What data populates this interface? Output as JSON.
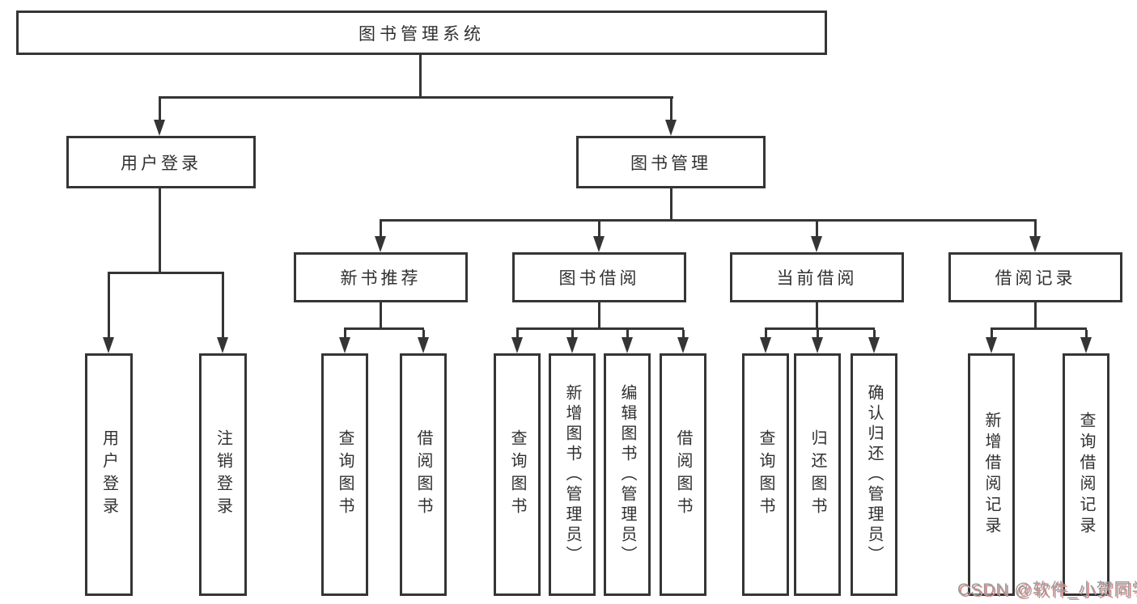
{
  "colors": {
    "line": "#353535",
    "box_border": "#353535",
    "text": "#303030",
    "watermark_gray": "#9b9b9b",
    "watermark_red_shadow": "#d98c8c",
    "background": "#ffffff"
  },
  "tree": {
    "root": {
      "label": "图书管理系统"
    },
    "branches": [
      {
        "id": "user-login",
        "label": "用户登录",
        "children": [
          {
            "label": "用户登录"
          },
          {
            "label": "注销登录"
          }
        ]
      },
      {
        "id": "book-management",
        "label": "图书管理",
        "groups": [
          {
            "label": "新书推荐",
            "children": [
              {
                "label": "查询图书"
              },
              {
                "label": "借阅图书"
              }
            ]
          },
          {
            "label": "图书借阅",
            "children": [
              {
                "label": "查询图书"
              },
              {
                "label": "新增图书（管理员）"
              },
              {
                "label": "编辑图书（管理员）"
              },
              {
                "label": "借阅图书"
              }
            ]
          },
          {
            "label": "当前借阅",
            "children": [
              {
                "label": "查询图书"
              },
              {
                "label": "归还图书"
              },
              {
                "label": "确认归还（管理员）"
              }
            ]
          },
          {
            "label": "借阅记录",
            "children": [
              {
                "label": "新增借阅记录"
              },
              {
                "label": "查询借阅记录"
              }
            ]
          }
        ]
      }
    ]
  },
  "watermark": {
    "text": "CSDN @软件_小贺同学"
  }
}
